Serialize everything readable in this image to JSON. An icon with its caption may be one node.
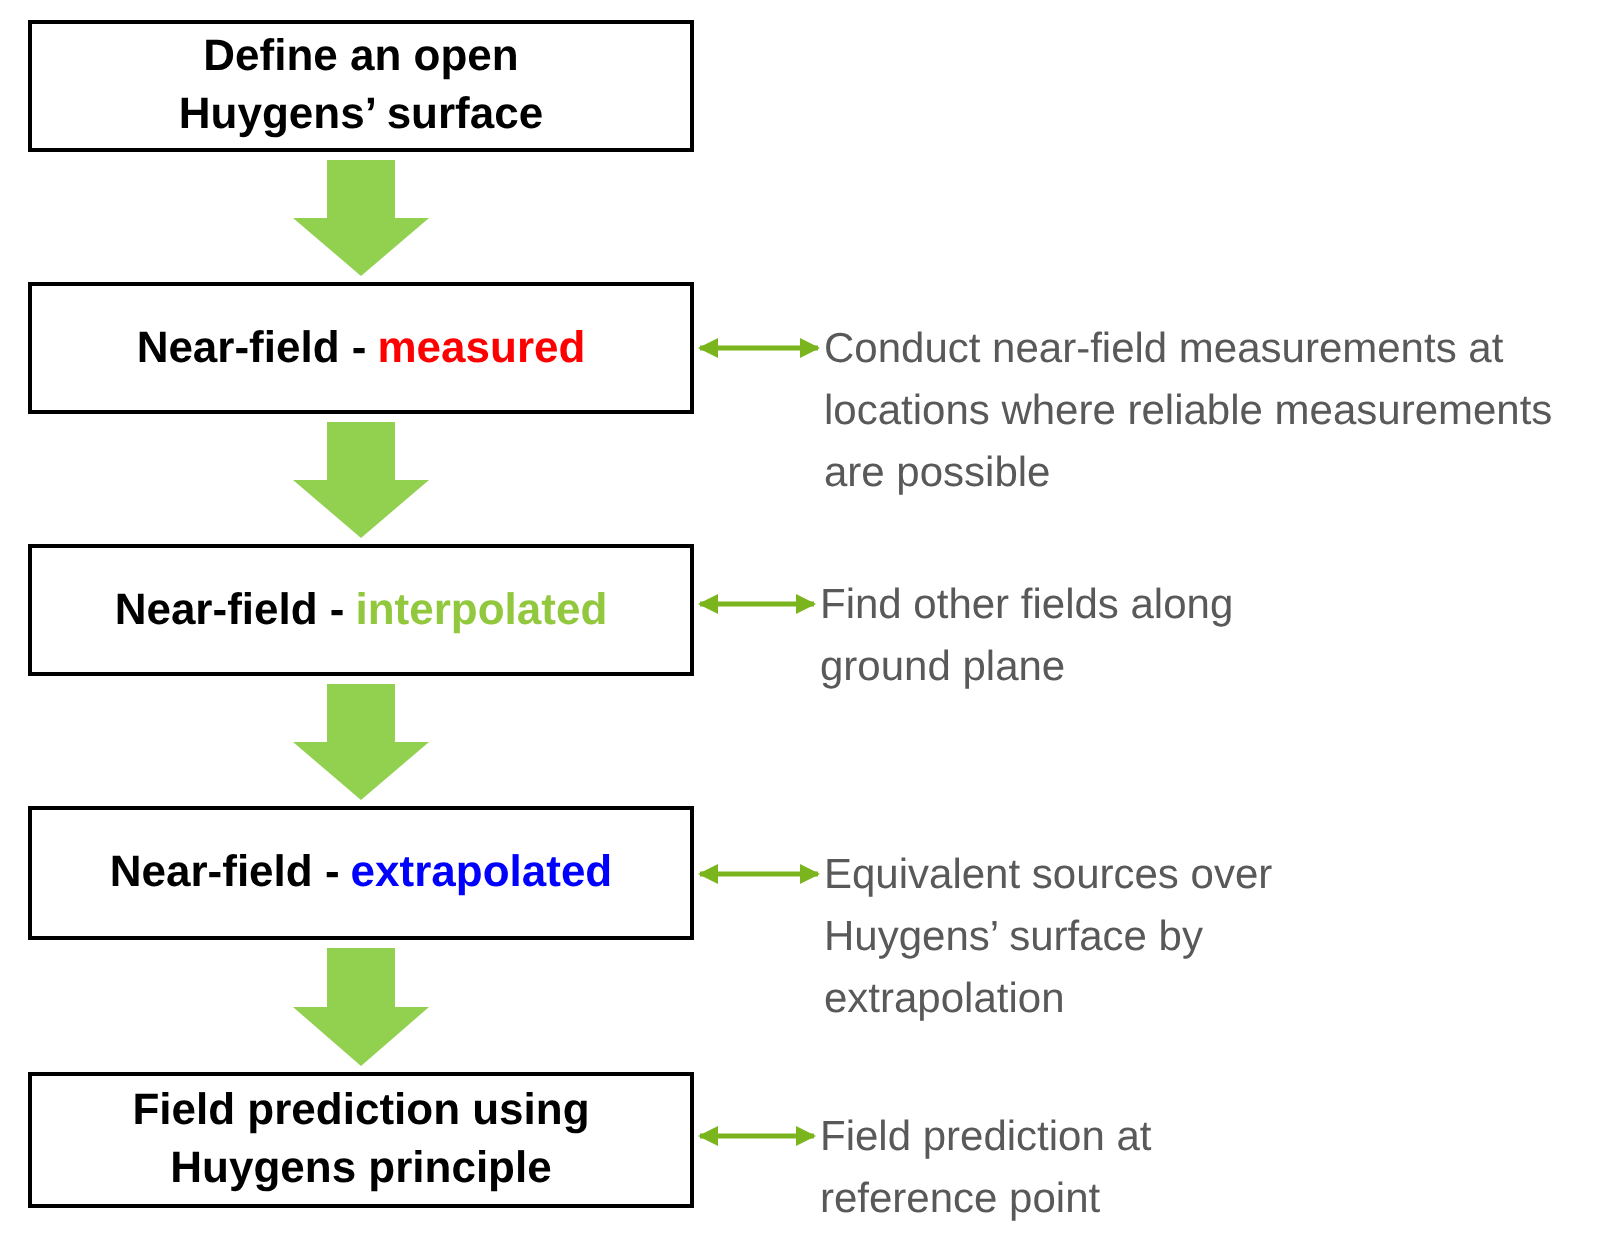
{
  "diagram": {
    "nodes": [
      {
        "text": [
          "Define an open Huygens’ surface"
        ]
      },
      {
        "text": [
          "Near-field -",
          "measured"
        ]
      },
      {
        "text": [
          "Near-field -",
          "interpolated"
        ]
      },
      {
        "text": [
          "Near-field -",
          "extrapolated"
        ]
      },
      {
        "text": [
          "Field prediction using Huygens principle"
        ]
      },
      {
        "text": [
          "Conduct near-field measurements at locations where reliable measurements are possible"
        ]
      },
      {
        "text": [
          "Find other fields along ground plane"
        ]
      },
      {
        "text": [
          "Equivalent sources over Huygens’ surface by extrapolation"
        ]
      },
      {
        "text": [
          "Field prediction at reference point"
        ]
      }
    ],
    "edges": [
      {
        "from": 0,
        "to": 1,
        "arrow": "to",
        "style": "thick",
        "color": "#92d050"
      },
      {
        "from": 1,
        "to": 2,
        "arrow": "to",
        "style": "thick",
        "color": "#92d050"
      },
      {
        "from": 2,
        "to": 3,
        "arrow": "to",
        "style": "thick",
        "color": "#92d050"
      },
      {
        "from": 3,
        "to": 4,
        "arrow": "to",
        "style": "thick",
        "color": "#92d050"
      },
      {
        "from": 1,
        "to": 5,
        "arrow": "both",
        "color": "#7ab51d"
      },
      {
        "from": 2,
        "to": 6,
        "arrow": "both",
        "color": "#7ab51d"
      },
      {
        "from": 3,
        "to": 7,
        "arrow": "both",
        "color": "#7ab51d"
      },
      {
        "from": 4,
        "to": 8,
        "arrow": "both",
        "color": "#7ab51d"
      }
    ]
  }
}
